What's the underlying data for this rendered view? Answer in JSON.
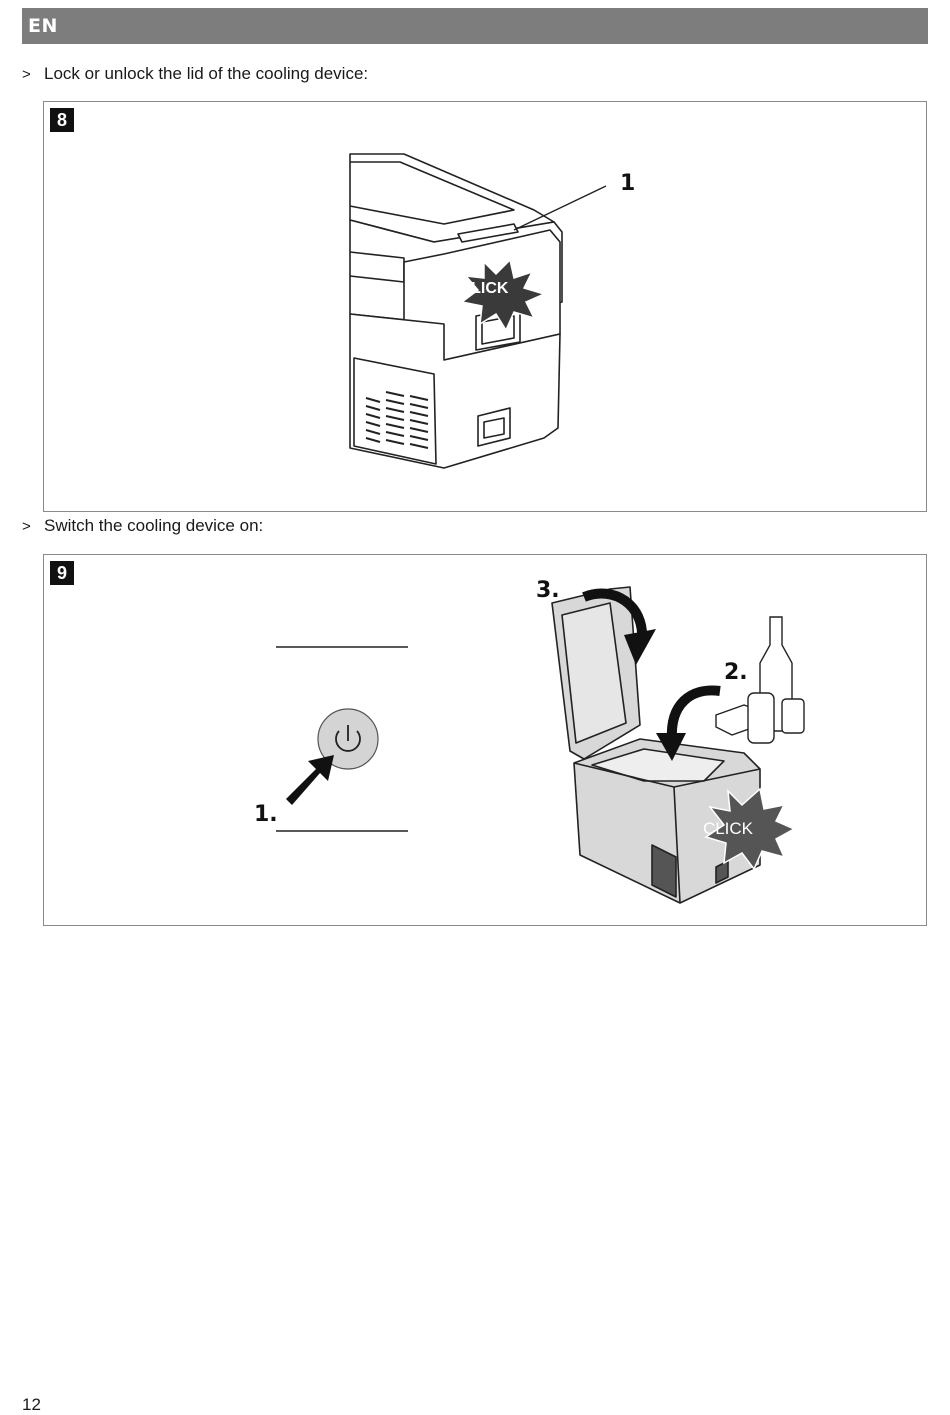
{
  "header": {
    "language": "EN",
    "bar_color": "#7d7d7d"
  },
  "steps": [
    {
      "marker": ">",
      "text": "Lock or unlock the lid of the cooling device:"
    },
    {
      "marker": ">",
      "text": "Switch the cooling device on:"
    }
  ],
  "figures": [
    {
      "number": "8",
      "callout": "1",
      "badge": "CLICK"
    },
    {
      "number": "9",
      "step_labels": [
        "1.",
        "2.",
        "3."
      ],
      "badge": "CLICK"
    }
  ],
  "icons": [
    "power-icon",
    "arrow-icon",
    "cooler-illustration",
    "bottle-icon",
    "can-icon",
    "jar-icon",
    "butter-icon"
  ],
  "page_number": "12"
}
